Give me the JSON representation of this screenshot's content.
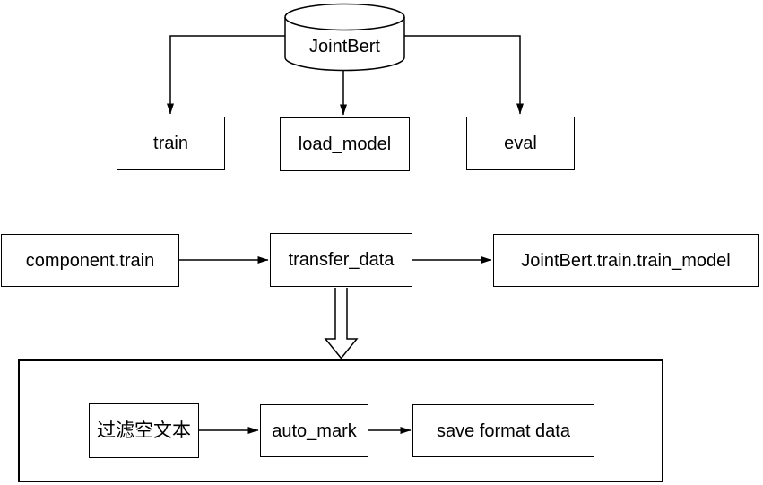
{
  "diagram": {
    "colors": {
      "stroke": "#000000",
      "fill": "#ffffff",
      "text": "#000000"
    },
    "nodes": {
      "database": {
        "label": "JointBert",
        "shape": "cylinder"
      },
      "train": {
        "label": "train",
        "shape": "rectangle"
      },
      "load_model": {
        "label": "load_model",
        "shape": "rectangle"
      },
      "eval": {
        "label": "eval",
        "shape": "rectangle"
      },
      "component_train": {
        "label": "component.train",
        "shape": "rectangle"
      },
      "transfer_data": {
        "label": "transfer_data",
        "shape": "rectangle"
      },
      "jointbert_train_model": {
        "label": "JointBert.train.train_model",
        "shape": "rectangle"
      },
      "filter_empty_text": {
        "label": "过滤空文本",
        "shape": "rectangle"
      },
      "auto_mark": {
        "label": "auto_mark",
        "shape": "rectangle"
      },
      "save_format_data": {
        "label": "save format data",
        "shape": "rectangle"
      },
      "sub_process_container": {
        "label": "",
        "shape": "rectangle-group"
      }
    },
    "edges": [
      {
        "from": "JointBert",
        "to": "train",
        "style": "arrow"
      },
      {
        "from": "JointBert",
        "to": "load_model",
        "style": "arrow"
      },
      {
        "from": "JointBert",
        "to": "eval",
        "style": "arrow"
      },
      {
        "from": "component.train",
        "to": "transfer_data",
        "style": "arrow"
      },
      {
        "from": "transfer_data",
        "to": "JointBert.train.train_model",
        "style": "arrow"
      },
      {
        "from": "transfer_data",
        "to": "sub_process_container",
        "style": "hollow-block-arrow"
      },
      {
        "from": "过滤空文本",
        "to": "auto_mark",
        "style": "arrow"
      },
      {
        "from": "auto_mark",
        "to": "save format data",
        "style": "arrow"
      }
    ]
  }
}
